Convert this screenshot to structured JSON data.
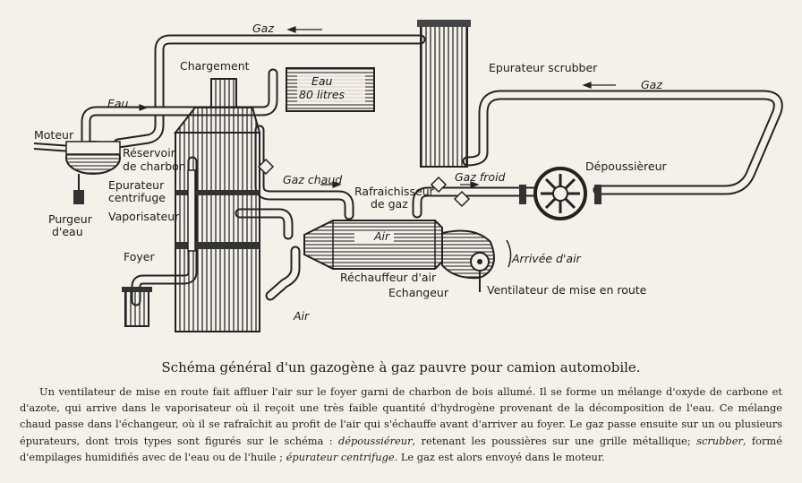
{
  "labels": {
    "gaz_top": "Gaz",
    "epurateur_scrubber": "Epurateur scrubber",
    "gaz_right": "Gaz",
    "chargement": "Chargement",
    "eau_tank_1": "Eau",
    "eau_tank_2": "80 litres",
    "eau_pipe": "Eau",
    "moteur": "Moteur",
    "reservoir_1": "Réservoir",
    "reservoir_2": "de charbon",
    "epurateur_centrifuge_1": "Epurateur",
    "epurateur_centrifuge_2": "centrifuge",
    "purgeur_1": "Purgeur",
    "purgeur_2": "d'eau",
    "vaporisateur": "Vaporisateur",
    "gaz_chaud": "Gaz chaud",
    "rafraichisseur_1": "Rafraichisseur",
    "rafraichisseur_2": "de gaz",
    "gaz_froid": "Gaz froid",
    "depoussiereur": "Dépoussièreur",
    "air_inner": "Air",
    "foyer": "Foyer",
    "arrivee_air": "Arrivée d'air",
    "rechauffeur_air": "Réchauffeur d'air",
    "echangeur": "Echangeur",
    "ventilateur": "Ventilateur de mise en route",
    "air_bottom": "Air"
  },
  "caption": {
    "title": "Schéma général d'un gazogène à gaz pauvre pour camion automobile.",
    "p1": "Un ventilateur de mise en route fait affluer l'air sur le foyer garni de charbon de bois allumé. Il se forme un mélange d'oxyde de carbone et d'azote, qui arrive dans le vaporisateur où il reçoit une très faible quantité d'hydrogène provenant de la décomposition de l'eau. Ce mélange chaud passe dans l'échangeur, où il se rafraîchit au profit de l'air qui s'échauffe avant d'arriver au foyer. Le gaz passe ensuite sur un ou plusieurs épurateurs, dont trois types sont figurés sur le schéma : ",
    "em1": "dépoussiéreur",
    "p2": ", retenant les poussières sur une grille métallique; ",
    "em2": "scrubber",
    "p3": ", formé d'empilages humidifiés avec de l'eau ou de l'huile ; ",
    "em3": "épurateur centrifuge",
    "p4": ". Le gaz est alors envoyé dans le moteur."
  },
  "colors": {
    "paper": "#f4f1ea",
    "ink": "#1e1e1e"
  }
}
